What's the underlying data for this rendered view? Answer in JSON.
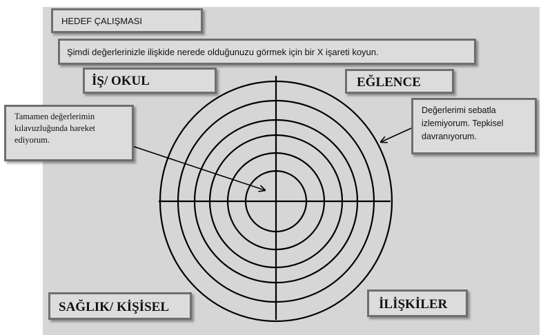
{
  "header": {
    "title": "HEDEF ÇALIŞMASI",
    "instruction": "Şimdi değerlerinizle ilişkide nerede olduğunuzu görmek için bir X işareti koyun."
  },
  "quadrants": {
    "top_left": "İŞ/ OKUL",
    "top_right": "EĞLENCE",
    "bottom_left": "SAĞLIK/ KİŞİSEL",
    "bottom_right": "İLİŞKİLER"
  },
  "callouts": {
    "left": "Tamamen değerlerimin kılavuzluğunda hareket ediyorum.",
    "right": "Değerlerimi sebatla izlemiyorum. Tepkisel davranıyorum."
  },
  "target": {
    "ring_count": 6,
    "line_color": "#000000"
  },
  "colors": {
    "panel": "#d6d6d6",
    "box_fill": "#dcdcdc",
    "box_border": "#6e6e6e"
  }
}
